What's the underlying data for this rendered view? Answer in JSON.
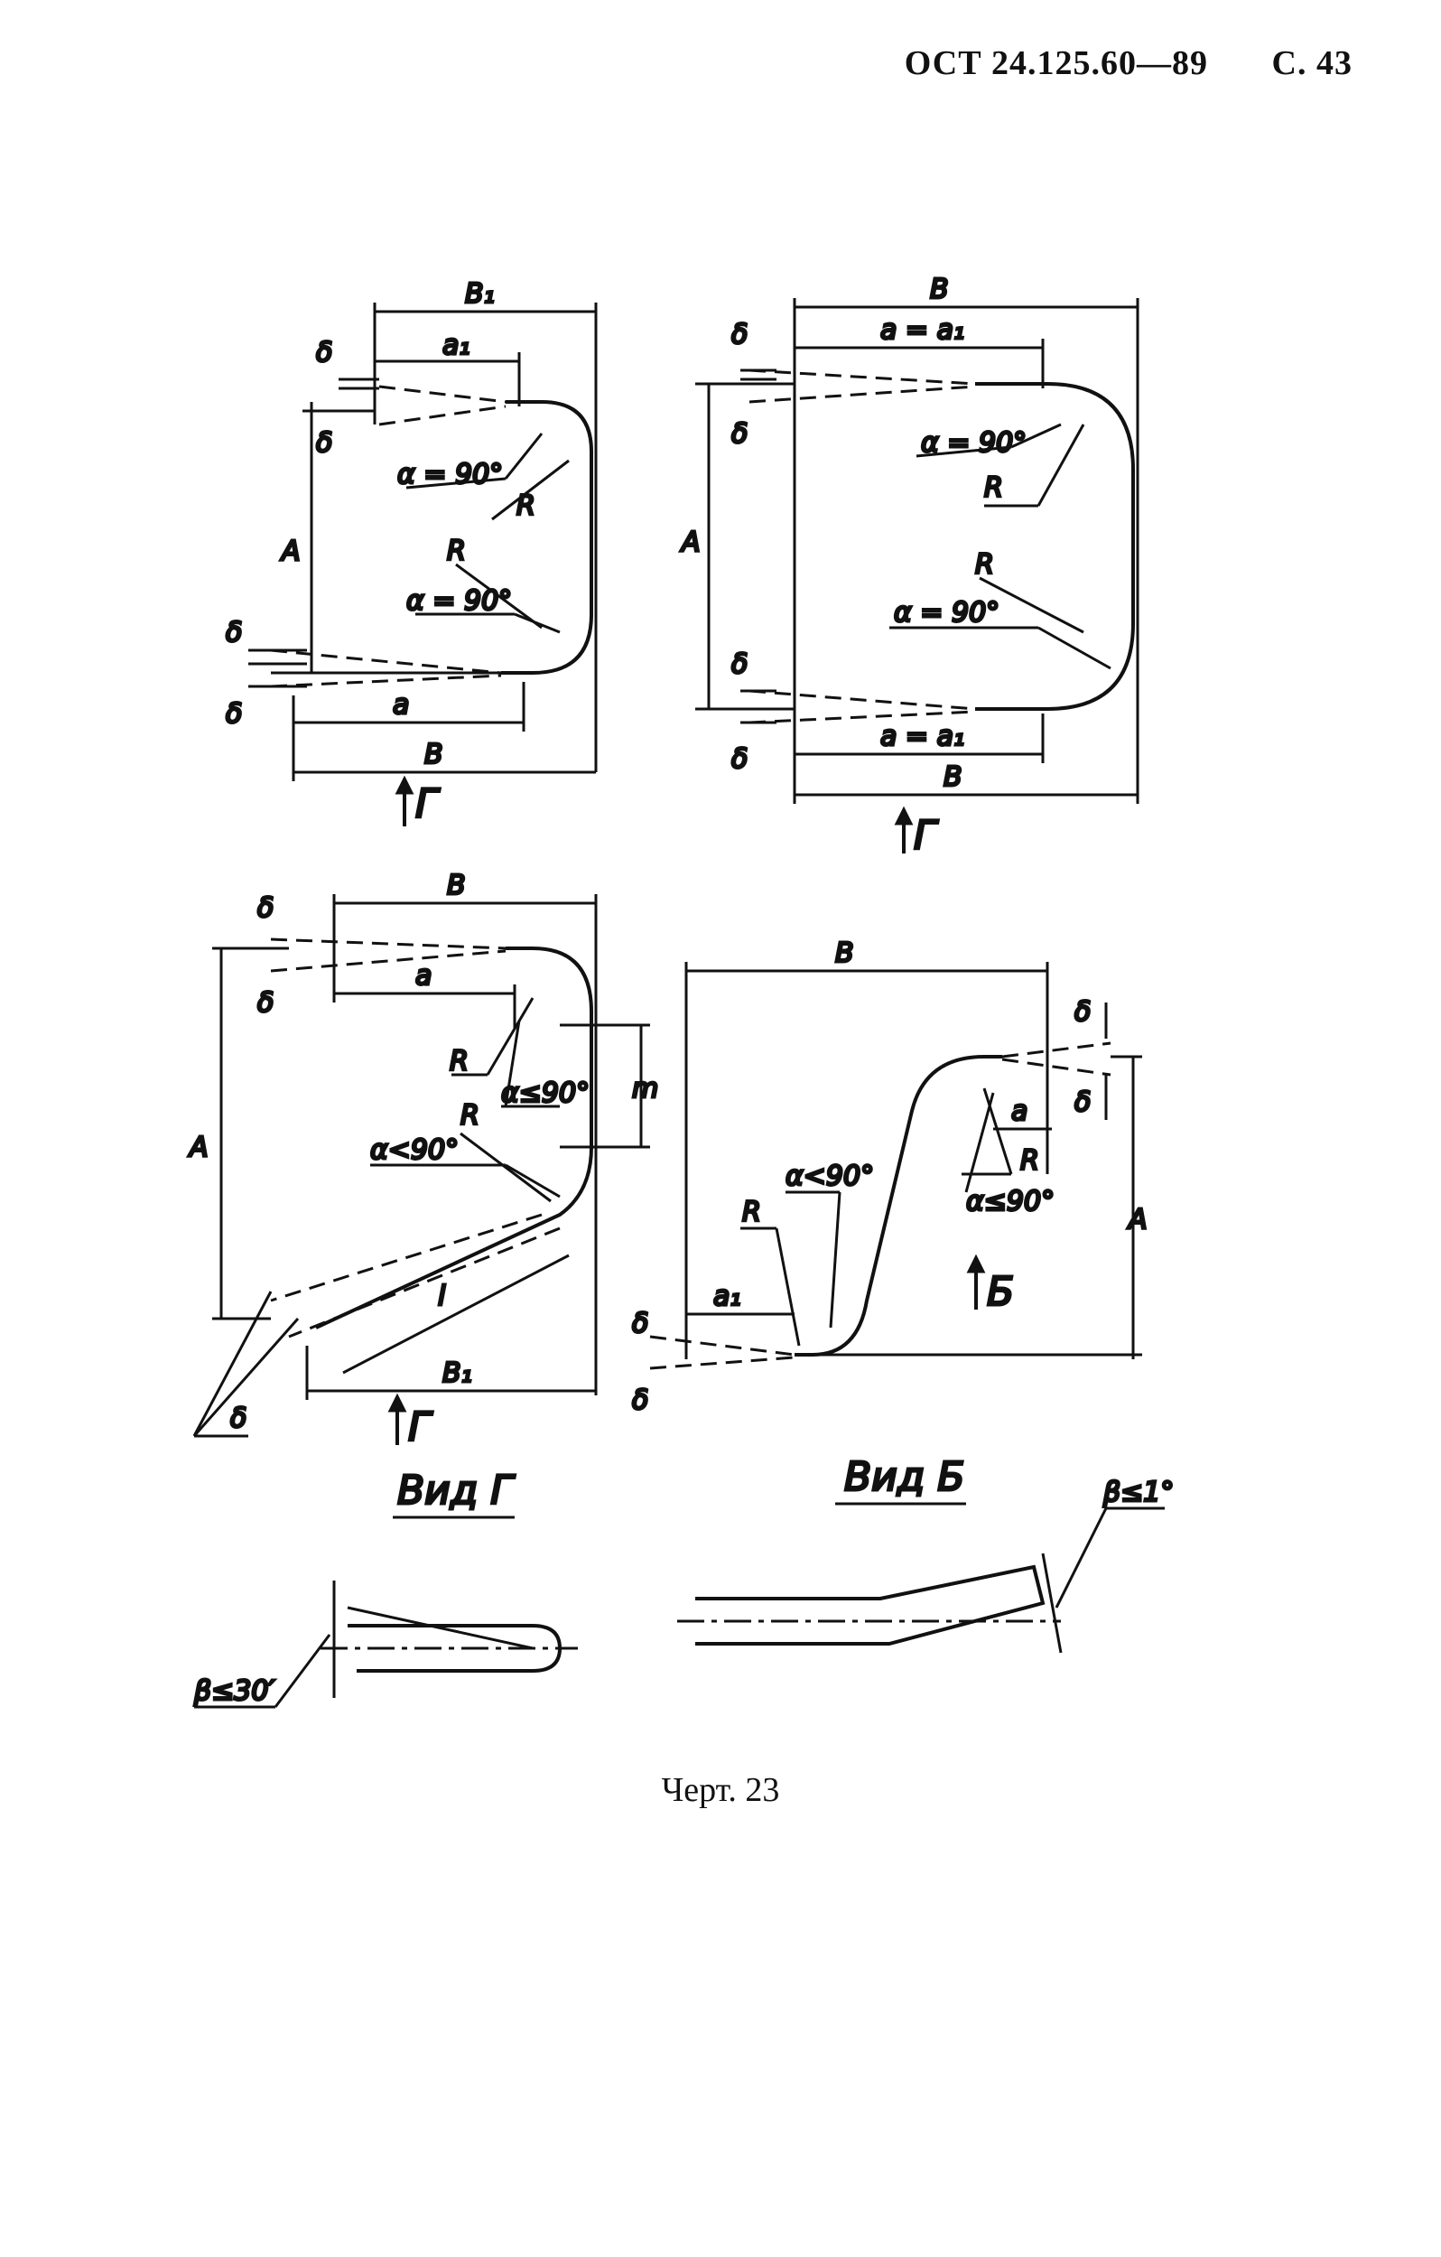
{
  "header": {
    "standard": "ОСТ 24.125.60—89",
    "page": "С. 43"
  },
  "labels": {
    "b1": "B₁",
    "b": "B",
    "a": "a",
    "a1": "a₁",
    "a_eq_a1": "a = a₁",
    "delta": "δ",
    "A": "A",
    "R": "R",
    "m": "m",
    "alpha_90": "α = 90°",
    "alpha_le_90": "α≤90°",
    "alpha_lt_90": "α<90°",
    "l": "l",
    "view_G": "Г",
    "view_B": "Б",
    "view_G_title": "Вид Г",
    "view_B_title": "Вид Б",
    "beta_30": "β≤30′",
    "beta_1": "β≤1°"
  },
  "caption": "Черт. 23"
}
